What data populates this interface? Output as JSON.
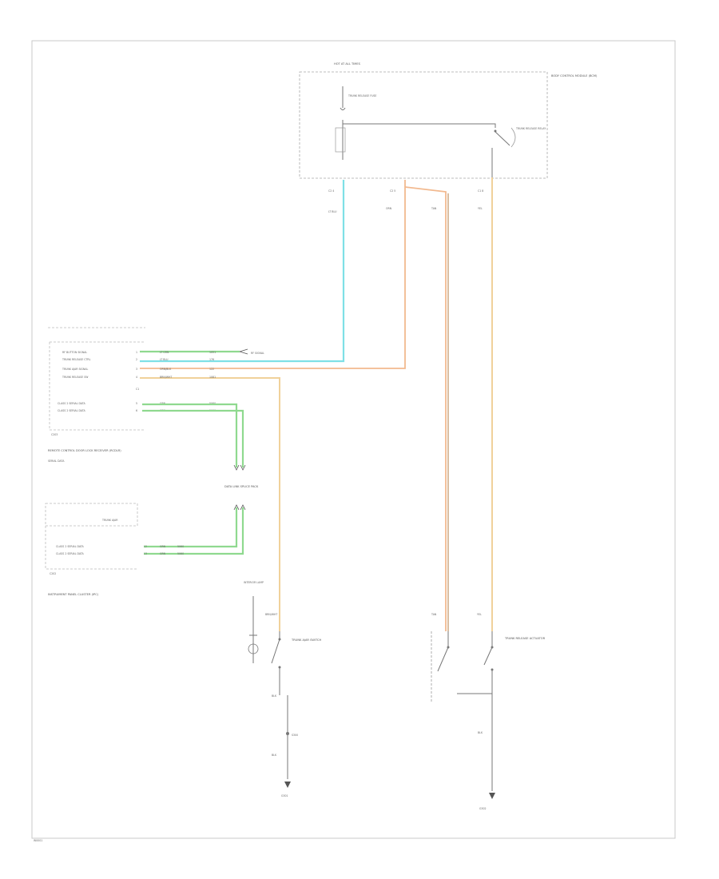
{
  "colors": {
    "frame": "#c8c8c8",
    "line": "#777777",
    "wire_light_blue": "#7fe0e6",
    "wire_orange": "#f2b98f",
    "wire_tan_brown": "#c9a37b",
    "wire_yellow": "#f0d19a",
    "wire_green": "#8fd98f"
  },
  "diagram": {
    "id_code": "W0001"
  },
  "bcm_top": {
    "header_label": "HOT AT ALL TIMES",
    "right_label": "BODY CONTROL MODULE (BCM)",
    "fuse_label": "TRUNK RELEASE FUSE",
    "relay_label": "TRUNK RELEASE RELAY",
    "pin_left": "C2 4",
    "pin_mid": "C2 5",
    "pin_right": "C1 8",
    "wire_left": "LT BLU",
    "wire_mid_a": "ORN",
    "wire_mid_b": "TAN",
    "wire_right": "YEL"
  },
  "rcdlr": {
    "rows": [
      {
        "label": "RF BUTTON SIGNAL",
        "pin": "1",
        "wire": "LT GRN",
        "circ": "1051"
      },
      {
        "label": "TRUNK RELEASE CTRL",
        "pin": "2",
        "wire": "LT BLU",
        "circ": "176"
      },
      {
        "label": "TRUNK AJAR SIGNAL",
        "pin": "3",
        "wire": "ORN/BLK",
        "circ": "122"
      },
      {
        "label": "TRUNK RELEASE SW",
        "pin": "4",
        "wire": "BRN/WHT",
        "circ": "1081"
      }
    ],
    "lan_rows": [
      {
        "label": "CLASS 2 SERIAL DATA",
        "pin": "5",
        "wire": "GRN",
        "circ": "5060"
      },
      {
        "label": "CLASS 2 SERIAL DATA",
        "pin": "6",
        "wire": "GRN",
        "circ": "5060"
      }
    ],
    "extra_pin": "C1",
    "serial_label": "SERIAL DATA",
    "footer": "REMOTE CONTROL DOOR LOCK RECEIVER (RCDLR)",
    "connector": "C203"
  },
  "splice": {
    "label": "DATA LINK SPLICE PACK"
  },
  "ipc": {
    "label": "INSTRUMENT PANEL CLUSTER (IPC)",
    "display": "TRUNK AJAR",
    "rows": [
      {
        "label": "CLASS 2 SERIAL DATA",
        "pin": "12",
        "wire": "GRN",
        "circ": "5060"
      },
      {
        "label": "CLASS 2 SERIAL DATA",
        "pin": "13",
        "wire": "GRN",
        "circ": "5060"
      }
    ],
    "connector": "C202"
  },
  "trunk_sw_left": {
    "lamp_label": "INTERIOR LAMP",
    "label": "TRUNK AJAR SWITCH",
    "wire_top": "BRN/WHT",
    "wire_mid": "BLK",
    "splice": "S300",
    "wire_bot": "BLK",
    "ground": "G301"
  },
  "trunk_sw_right": {
    "label": "TRUNK RELEASE ACTUATOR",
    "wire_top_a": "TAN",
    "wire_top_b": "YEL",
    "wire_mid": "BLK",
    "ground": "G302"
  }
}
